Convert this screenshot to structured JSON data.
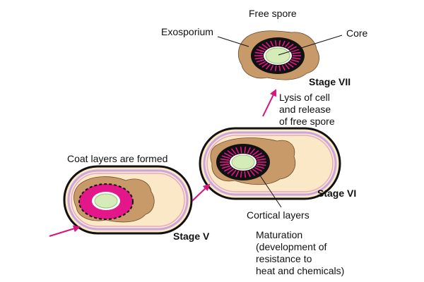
{
  "labels": {
    "free_spore": "Free spore",
    "exosporium": "Exosporium",
    "core": "Core",
    "stage_vii": "Stage VII",
    "lysis": [
      "Lysis of cell",
      "and release",
      "of free spore"
    ],
    "coat_layers": "Coat layers are formed",
    "stage_vi": "Stage VI",
    "cortical_layers": "Cortical layers",
    "stage_v": "Stage V",
    "maturation": [
      "Maturation",
      "(development of",
      "resistance to",
      "heat and chemicals)"
    ]
  },
  "colors": {
    "cell_fill": "#fbe8c6",
    "cell_outline": "#111111",
    "membrane_lavender": "#c9a6e0",
    "membrane_pink": "#e8a8c8",
    "mother_cytoplasm": "#c89a6a",
    "spore_coat": "#111111",
    "cortex": "#e3168a",
    "core": "#d6ecb8",
    "arrow": "#d9127f"
  }
}
